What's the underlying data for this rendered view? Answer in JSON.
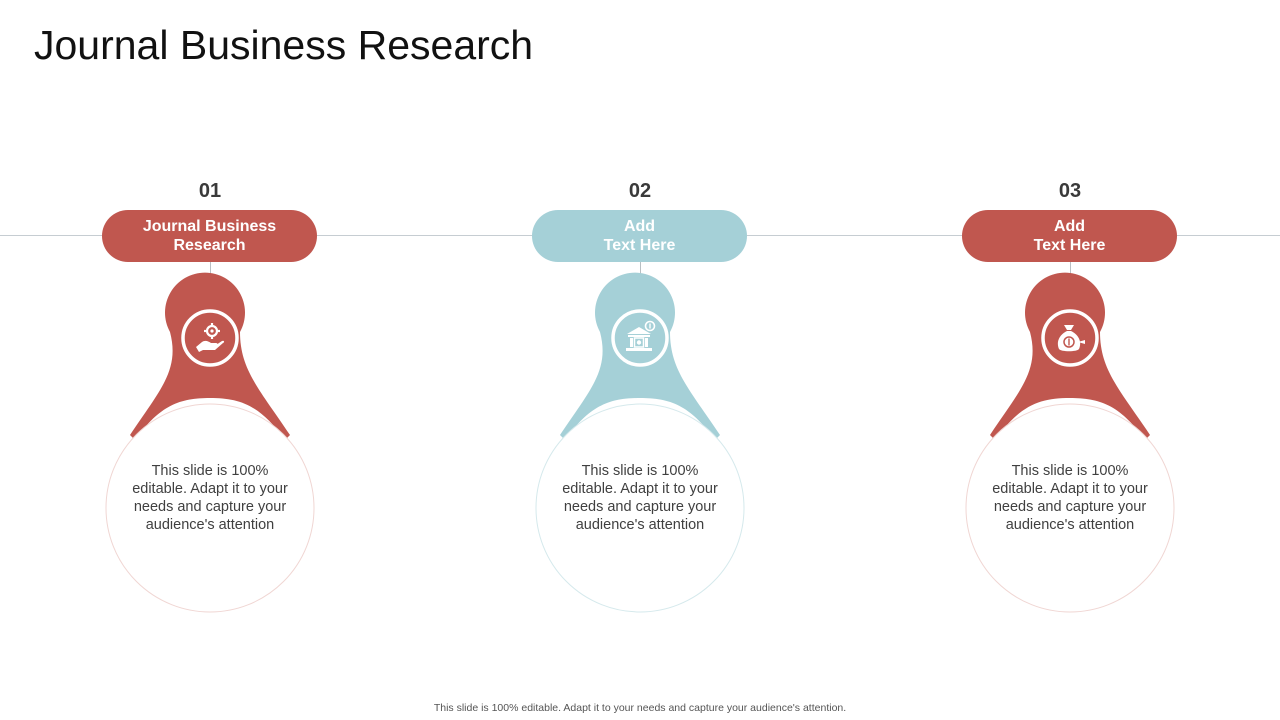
{
  "title": "Journal Business Research",
  "colors": {
    "red": "#c0574f",
    "blue": "#a5d0d7",
    "line": "#c6cdd2"
  },
  "steps": [
    {
      "number": "01",
      "label": "Journal Business\nResearch",
      "color": "red",
      "icon": "hand-gear-icon",
      "description": "This slide is 100% editable. Adapt it to your needs and capture your audience's attention"
    },
    {
      "number": "02",
      "label": "Add\nText Here",
      "color": "blue",
      "icon": "bank-dollar-icon",
      "description": "This slide is 100% editable. Adapt it to your needs and capture your audience's attention"
    },
    {
      "number": "03",
      "label": "Add\nText Here",
      "color": "red",
      "icon": "money-bag-icon",
      "description": "This slide is 100% editable. Adapt it to your needs and capture your audience's attention"
    }
  ],
  "footer": "This slide is 100% editable. Adapt it to your needs and capture your audience's attention."
}
